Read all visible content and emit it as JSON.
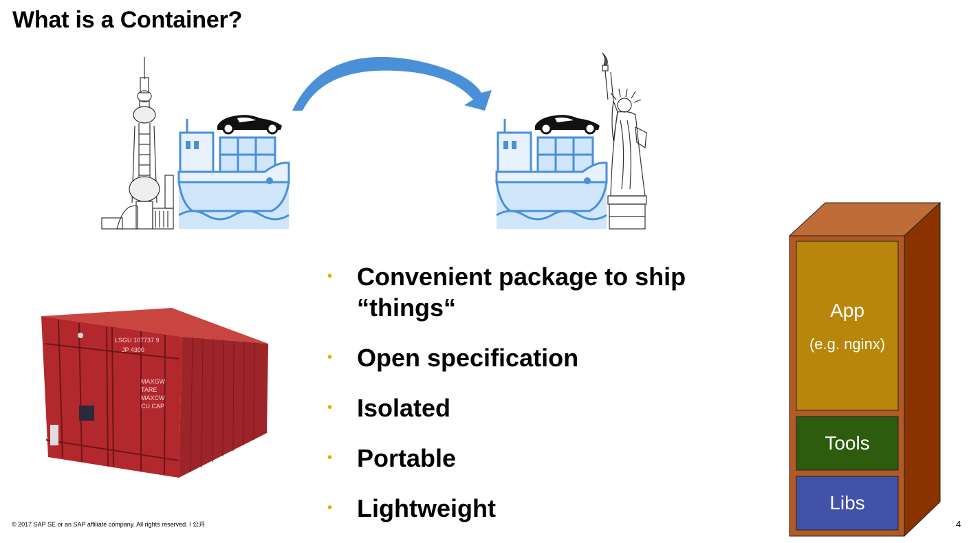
{
  "slide": {
    "title": "What is a Container?",
    "bullets": [
      "Convenient package to ship “things“",
      "Open specification",
      "Isolated",
      "Portable",
      "Lightweight"
    ],
    "layers": {
      "app_label": "App",
      "app_sub": "(e.g. nginx)",
      "tools_label": "Tools",
      "libs_label": "Libs"
    },
    "footer": "© 2017 SAP SE or an SAP affiliate company. All rights reserved.  ǀ    公开",
    "page_number": "4"
  },
  "colors": {
    "bullet_dot": "#f0ab00",
    "arrow": "#4a90d9",
    "ship_fill": "#cfe6fb",
    "ship_stroke": "#4a8fd9",
    "box_front": "#b15a26",
    "box_side": "#8b3300",
    "app_layer": "#b8860b",
    "tools_layer": "#2e5c0e",
    "libs_layer": "#4252a8",
    "shipping_container": "#b3282d"
  },
  "icons": [
    "tv-tower-icon",
    "cargo-ship-icon",
    "sports-car-icon",
    "statue-of-liberty-icon",
    "curved-arrow-icon",
    "shipping-container-image",
    "container-box-icon"
  ]
}
